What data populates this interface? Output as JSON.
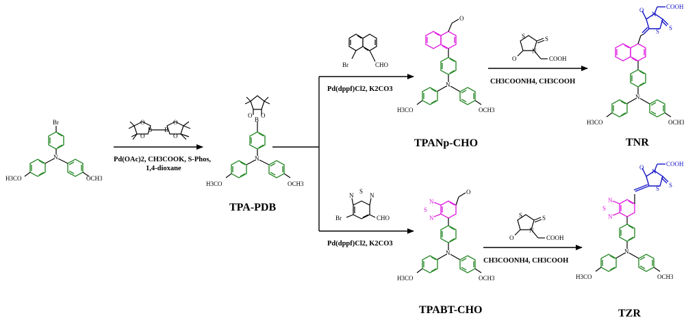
{
  "colors": {
    "phenyl": "#2a8a2a",
    "acceptor": "#e01ee0",
    "rhodanine": "#1414c8",
    "ink": "#000000"
  },
  "compounds": {
    "start": {
      "br": "Br",
      "n": "N",
      "ome_left": "H3CO",
      "ome_right": "OCH3"
    },
    "tpa_pdb": {
      "name": "TPA-PDB",
      "b": "B",
      "o1": "O",
      "o2": "O",
      "n": "N",
      "ome_left": "H3CO",
      "ome_right": "OCH3"
    },
    "tpanp_cho": {
      "name": "TPANp-CHO",
      "o": "O",
      "n": "N",
      "ome_left": "H3CO",
      "ome_right": "OCH3"
    },
    "tnr": {
      "name": "TNR",
      "o": "O",
      "n_ring": "N",
      "s1": "S",
      "s2": "S",
      "cooh": "COOH",
      "n": "N",
      "ome_left": "H3CO",
      "ome_right": "OCH3"
    },
    "tpabt_cho": {
      "name": "TPABT-CHO",
      "o": "O",
      "bt_n1": "N",
      "bt_s": "S",
      "bt_n2": "N",
      "n": "N",
      "ome_left": "H3CO",
      "ome_right": "OCH3"
    },
    "tzr": {
      "name": "TZR",
      "o": "O",
      "n_ring": "N",
      "s1": "S",
      "s2": "S",
      "cooh": "COOH",
      "bt_n1": "N",
      "bt_s": "S",
      "bt_n2": "N",
      "n": "N",
      "ome_left": "H3CO",
      "ome_right": "OCH3"
    }
  },
  "reagents": {
    "b2pin2": {
      "b1": "B",
      "b2": "B",
      "o1": "O",
      "o2": "O",
      "o3": "O",
      "o4": "O"
    },
    "naph_bromide": {
      "br": "Br",
      "cho": "CHO"
    },
    "bt_bromide": {
      "br": "Br",
      "cho": "CHO",
      "n1": "N",
      "s": "S",
      "n2": "N"
    },
    "rhodanine_top": {
      "s1": "S",
      "s2": "S",
      "n": "N",
      "o": "O",
      "cooh": "COOH"
    },
    "rhodanine_bottom": {
      "s1": "S",
      "s2": "S",
      "n": "N",
      "o": "O",
      "cooh": "COOH"
    }
  },
  "conditions": {
    "step1_line1": "Pd(OAc)2, CH3COOK, S-Phos,",
    "step1_line2": "1,4-dioxane",
    "step2_top": "Pd(dppf)Cl2, K2CO3",
    "step2_bottom": "Pd(dppf)Cl2, K2CO3",
    "step3_top": "CH3COONH4, CH3COOH",
    "step3_bottom": "CH3COONH4, CH3COOH"
  }
}
